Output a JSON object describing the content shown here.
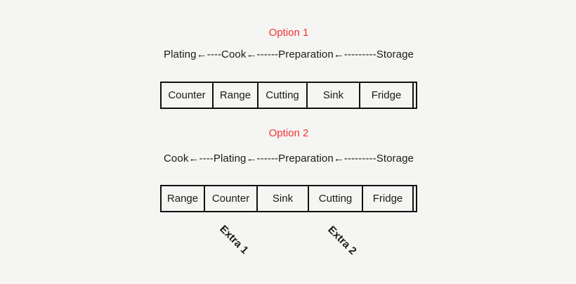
{
  "canvas": {
    "background": "#f5f5f3",
    "text_color": "#1a1a1a",
    "accent_red": "#f03535",
    "border_color": "#111111"
  },
  "options": [
    {
      "title": "Option 1",
      "flow": "Plating←----Cook←------Preparation←---------Storage",
      "flow_sequence": [
        "Plating",
        "Cook",
        "Preparation",
        "Storage"
      ],
      "cells": [
        "Counter",
        "Range",
        "Cutting",
        "Sink",
        "Fridge"
      ]
    },
    {
      "title": "Option 2",
      "flow": "Cook←----Plating←------Preparation←---------Storage",
      "flow_sequence": [
        "Cook",
        "Plating",
        "Preparation",
        "Storage"
      ],
      "cells": [
        "Range",
        "Counter",
        "Sink",
        "Cutting",
        "Fridge"
      ]
    }
  ],
  "extras": [
    "Extra 1",
    "Extra 2"
  ]
}
